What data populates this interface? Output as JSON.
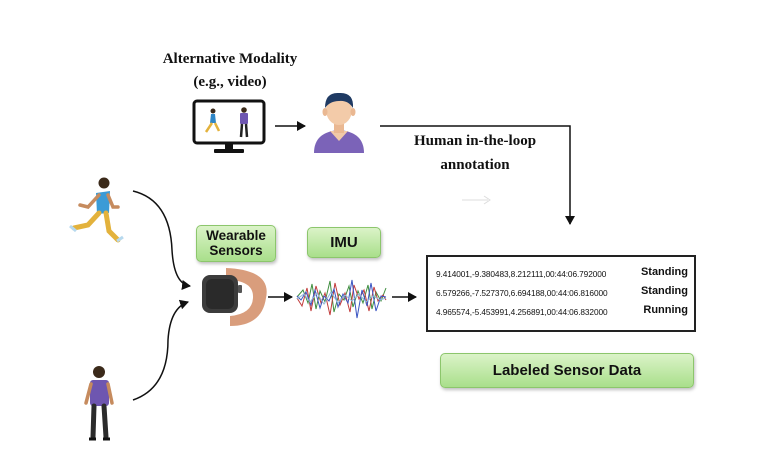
{
  "modality": {
    "title_line1": "Alternative Modality",
    "title_line2": "(e.g., video)"
  },
  "hitl": {
    "line1": "Human in-the-loop",
    "line2": "annotation"
  },
  "labels": {
    "wearable_line1": "Wearable",
    "wearable_line2": "Sensors",
    "imu": "IMU",
    "labeled_data": "Labeled Sensor Data"
  },
  "sensor_rows": [
    {
      "values": "9.414001,-9.380483,8.212111,00:44:06.792000",
      "label": "Standing"
    },
    {
      "values": "6.579266,-7.527370,6.694188,00:44:06.816000",
      "label": "Standing"
    },
    {
      "values": "4.965574,-5.453991,4.256891,00:44:06.832000",
      "label": "Running"
    }
  ],
  "colors": {
    "green_top": "#dbf3c8",
    "green_bottom": "#a9df8b",
    "annotator_shirt": "#7b63b8",
    "walker_shirt": "#6e56b0",
    "runner_shirt": "#3b9bd6",
    "watch_band": "#d99d7c"
  }
}
